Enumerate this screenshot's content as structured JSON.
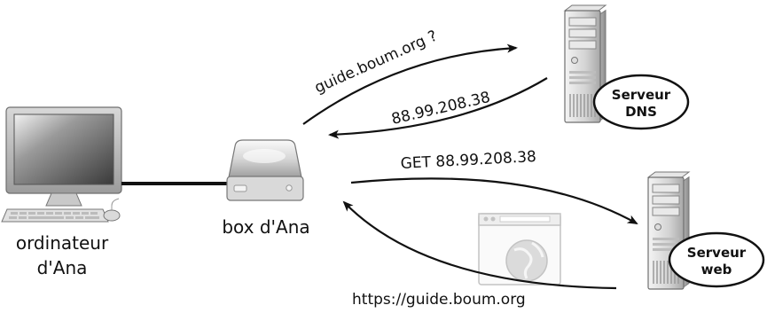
{
  "nodes": {
    "computer": {
      "label_line1": "ordinateur",
      "label_line2": "d'Ana"
    },
    "box": {
      "label": "box d'Ana"
    },
    "dns_server": {
      "label_line1": "Serveur",
      "label_line2": "DNS"
    },
    "web_server": {
      "label_line1": "Serveur",
      "label_line2": "web"
    }
  },
  "messages": {
    "dns_query": "guide.boum.org ?",
    "dns_reply": "88.99.208.38",
    "http_get": "GET 88.99.208.38",
    "web_reply": "https://guide.boum.org"
  },
  "icons": {
    "computer": "desktop-computer-icon",
    "box": "router-box-icon",
    "dns": "server-tower-icon",
    "web": "server-tower-icon",
    "page": "web-page-globe-icon"
  }
}
